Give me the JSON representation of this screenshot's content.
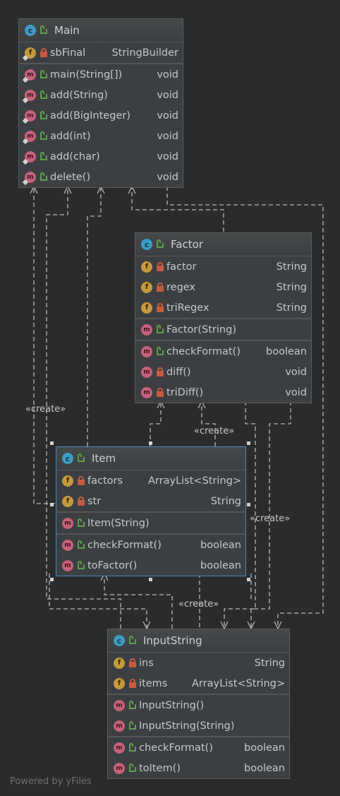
{
  "classes": {
    "main": {
      "name": "Main",
      "fields": [
        {
          "name": "sbFinal",
          "type": "StringBuilder"
        }
      ],
      "constructors": [],
      "methods": [
        {
          "name": "main(String[])",
          "type": "void"
        },
        {
          "name": "add(String)",
          "type": "void"
        },
        {
          "name": "add(BigInteger)",
          "type": "void"
        },
        {
          "name": "add(int)",
          "type": "void"
        },
        {
          "name": "add(char)",
          "type": "void"
        },
        {
          "name": "delete()",
          "type": "void"
        }
      ]
    },
    "factor": {
      "name": "Factor",
      "fields": [
        {
          "name": "factor",
          "type": "String"
        },
        {
          "name": "regex",
          "type": "String"
        },
        {
          "name": "triRegex",
          "type": "String"
        }
      ],
      "constructors": [
        {
          "name": "Factor(String)",
          "type": ""
        }
      ],
      "methods": [
        {
          "name": "checkFormat()",
          "type": "boolean"
        },
        {
          "name": "diff()",
          "type": "void"
        },
        {
          "name": "triDiff()",
          "type": "void"
        }
      ]
    },
    "item": {
      "name": "Item",
      "fields": [
        {
          "name": "factors",
          "type": "ArrayList<String>"
        },
        {
          "name": "str",
          "type": "String"
        }
      ],
      "constructors": [
        {
          "name": "Item(String)",
          "type": ""
        }
      ],
      "methods": [
        {
          "name": "checkFormat()",
          "type": "boolean"
        },
        {
          "name": "toFactor()",
          "type": "boolean"
        }
      ]
    },
    "inputstring": {
      "name": "InputString",
      "fields": [
        {
          "name": "ins",
          "type": "String"
        },
        {
          "name": "items",
          "type": "ArrayList<String>"
        }
      ],
      "constructors": [
        {
          "name": "InputString()",
          "type": ""
        },
        {
          "name": "InputString(String)",
          "type": ""
        }
      ],
      "methods": [
        {
          "name": "checkFormat()",
          "type": "boolean"
        },
        {
          "name": "toItem()",
          "type": "boolean"
        }
      ]
    }
  },
  "labels": {
    "create_left": "«create»",
    "create_factor_item": "«create»",
    "create_right": "«create»",
    "create_item_input": "«create»"
  },
  "footer": "Powered by yFiles",
  "colors": {
    "background": "#2b2b2b",
    "box": "#3c3f41",
    "edge": "#b8b8b8",
    "selection": "#4a88c7"
  }
}
